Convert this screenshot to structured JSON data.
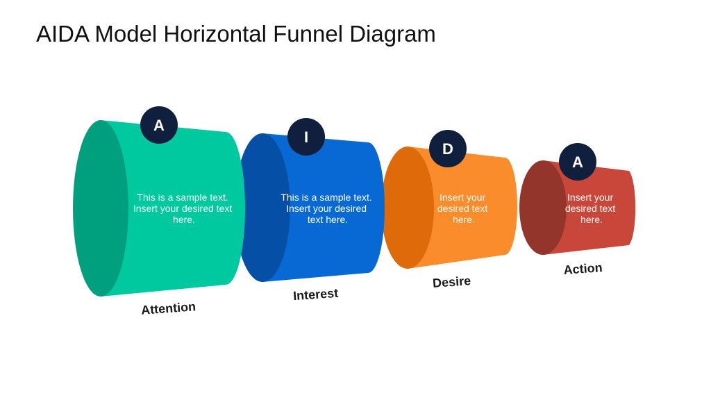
{
  "title": "AIDA Model Horizontal Funnel Diagram",
  "stages": [
    {
      "letter": "A",
      "label": "Attention",
      "text": [
        "This is a sample text.",
        "Insert your desired text",
        "here."
      ],
      "color": "#00c9a0",
      "end_color": "#00a07f"
    },
    {
      "letter": "I",
      "label": "Interest",
      "text": [
        "This is a sample text.",
        "Insert your desired",
        "text here."
      ],
      "color": "#0969d4",
      "end_color": "#0550a6"
    },
    {
      "letter": "D",
      "label": "Desire",
      "text": [
        "Insert your",
        "desired text",
        "here."
      ],
      "color": "#fb8c2b",
      "end_color": "#de6a0a"
    },
    {
      "letter": "A",
      "label": "Action",
      "text": [
        "Insert your",
        "desired text",
        "here."
      ],
      "color": "#c9473a",
      "end_color": "#94352b"
    }
  ],
  "badge_color": "#0f1f3d"
}
